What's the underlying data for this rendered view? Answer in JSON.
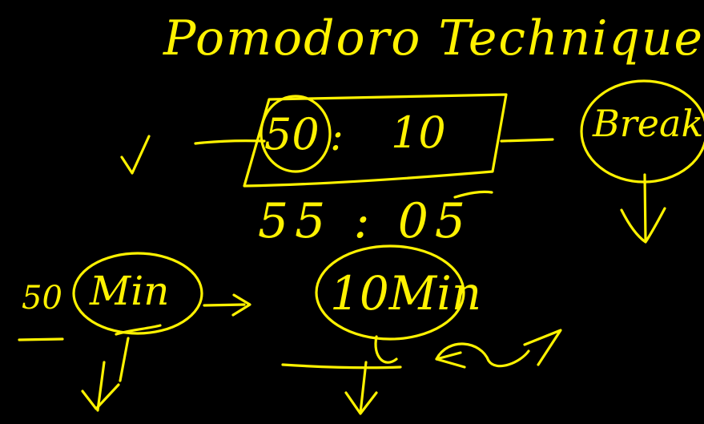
{
  "colors": {
    "background": "#000000",
    "ink": "#FFF200"
  },
  "notes": {
    "title": "Pomodoro Technique",
    "ratio_work": "50",
    "ratio_colon": ":",
    "ratio_break": "10",
    "break_label": "Break",
    "alt_ratio": "55 : 05",
    "work_minutes": "50",
    "work_unit": "Min",
    "break_duration": "10Min"
  }
}
